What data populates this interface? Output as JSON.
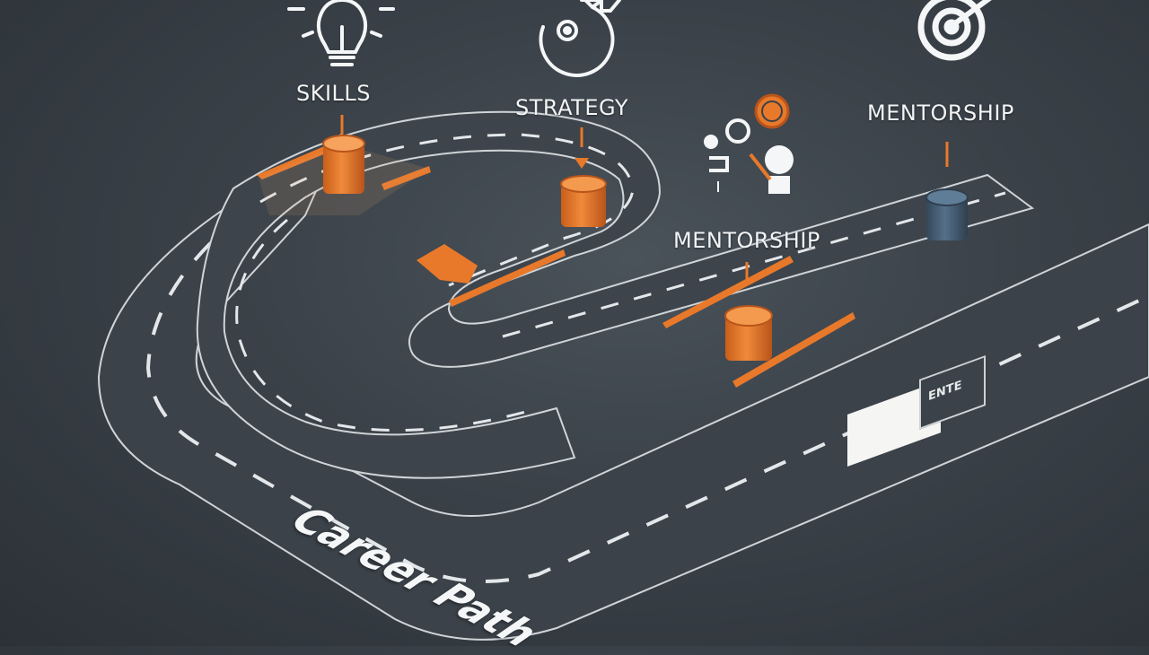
{
  "labels": {
    "skills": "SKILLS",
    "strategy": "STRATEGY",
    "mentorship_top": "MENTORSHIP",
    "mentorship_mid": "MENTORSHIP"
  },
  "road_title": "Career Path",
  "sign_text": "ENTE",
  "icons": {
    "skills": "lightbulb-icon",
    "strategy": "gear-cycle-icon",
    "mentorship": "target-icon",
    "people": "mentor-people-icon"
  },
  "colors": {
    "background": "#353c43",
    "road": "#3f464d",
    "road_edge": "#cdd2d6",
    "accent": "#e8792a",
    "milestone_blue": "#44586b"
  }
}
